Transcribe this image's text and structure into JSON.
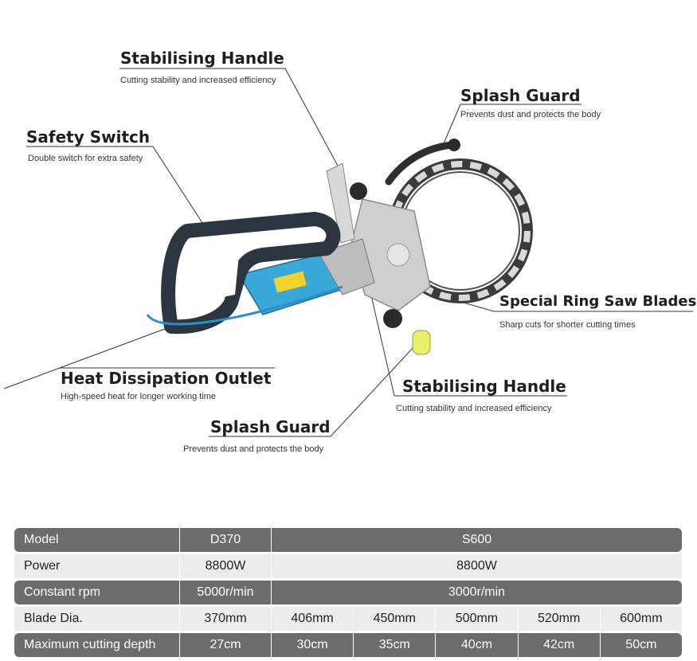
{
  "callouts": [
    {
      "title": "Stabilising Handle",
      "desc": "Cutting stability and increased efficiency"
    },
    {
      "title": "Splash Guard",
      "desc": "Prevents dust and protects the body"
    },
    {
      "title": "Safety Switch",
      "desc": "Double switch for extra safety"
    },
    {
      "title": "Special Ring Saw Blades",
      "desc": "Sharp cuts for shorter cutting times"
    },
    {
      "title": "Heat Dissipation Outlet",
      "desc": "High-speed heat for longer working time"
    },
    {
      "title": "Stabilising Handle",
      "desc": "Cutting stability and increased efficiency"
    },
    {
      "title": "Splash Guard",
      "desc": "Prevents dust and protects the body"
    }
  ],
  "colors": {
    "handle": "#2b3640",
    "motor": "#3aa9d9",
    "metal": "#c8c8c8",
    "roller": "#e8f06a"
  },
  "spec_table": {
    "model_label": "Model",
    "model_d370": "D370",
    "model_s600": "S600",
    "power_label": "Power",
    "power_d370": "8800W",
    "power_s600": "8800W",
    "rpm_label": "Constant rpm",
    "rpm_d370": "5000r/min",
    "rpm_s600": "3000r/min",
    "blade_label": "Blade Dia.",
    "blade": [
      "370mm",
      "406mm",
      "450mm",
      "500mm",
      "520mm",
      "600mm"
    ],
    "depth_label": "Maximum cutting depth",
    "depth": [
      "27cm",
      "30cm",
      "35cm",
      "40cm",
      "42cm",
      "50cm"
    ]
  }
}
